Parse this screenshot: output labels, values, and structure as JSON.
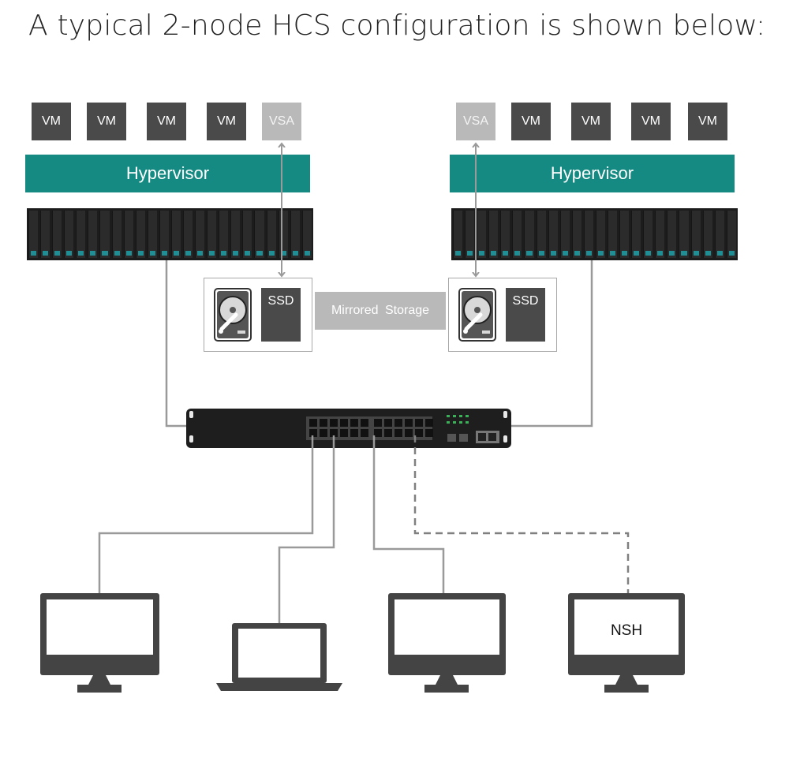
{
  "title": "A typical 2-node HCS configuration is shown below:",
  "node_left": {
    "vms": [
      "VM",
      "VM",
      "VM",
      "VM"
    ],
    "vsa_label": "VSA",
    "hypervisor_label": "Hypervisor",
    "ssd_label": "SSD"
  },
  "node_right": {
    "vsa_label": "VSA",
    "vms": [
      "VM",
      "VM",
      "VM",
      "VM"
    ],
    "hypervisor_label": "Hypervisor",
    "ssd_label": "SSD"
  },
  "mirrored_storage_label": "Mirrored  Storage",
  "nsh_label": "NSH",
  "colors": {
    "vm": "#4a4a4a",
    "vsa": "#b9b9b9",
    "hypervisor": "#148a82",
    "drive_led": "#1f8e95",
    "network_line": "#9a9a9a",
    "device": "#444444"
  },
  "icons": [
    "hard-drive-icon",
    "network-switch-icon",
    "monitor-icon",
    "laptop-icon"
  ]
}
